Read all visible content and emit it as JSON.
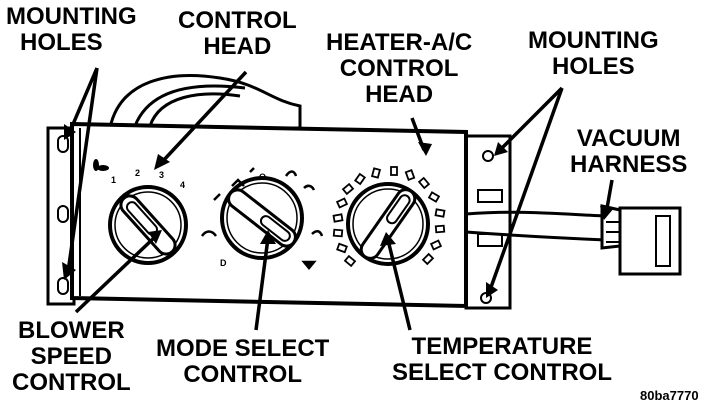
{
  "labels": {
    "mounting_holes_left": [
      "MOUNTING",
      "HOLES"
    ],
    "control_head": [
      "CONTROL",
      "HEAD"
    ],
    "heater_ac_control_head": [
      "HEATER-A/C",
      "CONTROL",
      "HEAD"
    ],
    "mounting_holes_right": [
      "MOUNTING",
      "HOLES"
    ],
    "vacuum_harness": [
      "VACUUM",
      "HARNESS"
    ],
    "blower_speed_control": [
      "BLOWER",
      "SPEED",
      "CONTROL"
    ],
    "mode_select_control": [
      "MODE SELECT",
      "CONTROL"
    ],
    "temperature_select_control": [
      "TEMPERATURE",
      "SELECT CONTROL"
    ],
    "figure_code": "80ba7770"
  },
  "blower_ticks": [
    "1",
    "2",
    "3",
    "4"
  ],
  "mode_ticks": [
    "O",
    "D"
  ],
  "colors": {
    "ink": "#000000",
    "paper": "#ffffff"
  }
}
